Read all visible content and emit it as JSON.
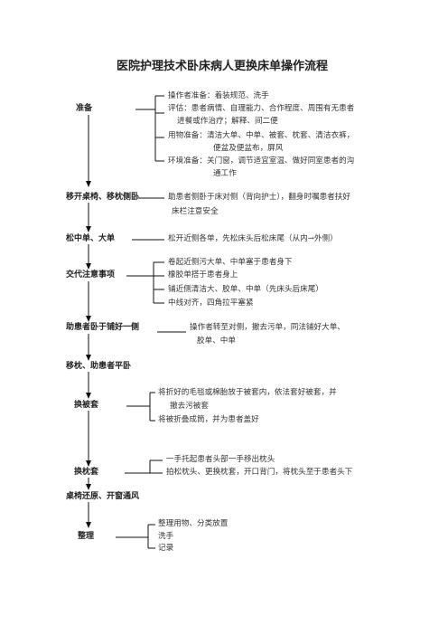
{
  "title": "医院护理技术卧床病人更换床单操作流程",
  "steps": [
    {
      "label": "准备",
      "notes": [
        "操作者准备：着装规范、洗手",
        "评估：患者病情、自理能力、合作程度、周围有无患者",
        "进餐或作治疗；解释、间二便",
        "用物准备：清洁大单、中单、被套、枕套、清洁衣裤，",
        "便盆及便盆布，屏风",
        "环境准备：关门窗，调节适宜室温、做好同室患者的沟",
        "通工作"
      ]
    },
    {
      "label": "移开桌椅、移枕侧卧",
      "notes": [
        "助患者侧卧于床对侧（背向护士），翻身时嘱患者扶好",
        "床栏注意安全"
      ]
    },
    {
      "label": "松中单、大单",
      "notes": [
        "松开近侧各单，先松床头后松床尾（从内→外侧）"
      ]
    },
    {
      "label": "交代注意事项",
      "notes": [
        "卷起近侧污大单、中单塞于患者身下",
        "橡胶单搭于患者身上",
        "铺近侧清洁大、胶单、中单（先床头后床尾）",
        "中线对齐，四角拉平塞紧"
      ]
    },
    {
      "label": "助患者卧于铺好一侧",
      "notes": [
        "操作者转至对侧，撤去污单，同法铺好大单、",
        "胶单、中单"
      ]
    },
    {
      "label": "移枕、助患者平卧",
      "notes": []
    },
    {
      "label": "换被套",
      "notes": [
        "将折好的毛毯或棉胎放于被套内，依法套好被套，并",
        "撤去污被套",
        "将被折叠成筒，并为患者盖好"
      ]
    },
    {
      "label": "换枕套",
      "notes": [
        "一手托起患者头部一手移出枕头",
        "拍松枕头、更换枕套，开口背门，将枕头至于患者头下"
      ]
    },
    {
      "label": "桌椅还原、开窗通风",
      "notes": []
    },
    {
      "label": "整理",
      "notes": [
        "整理用物、分类放置",
        "洗手",
        "记录"
      ]
    }
  ]
}
